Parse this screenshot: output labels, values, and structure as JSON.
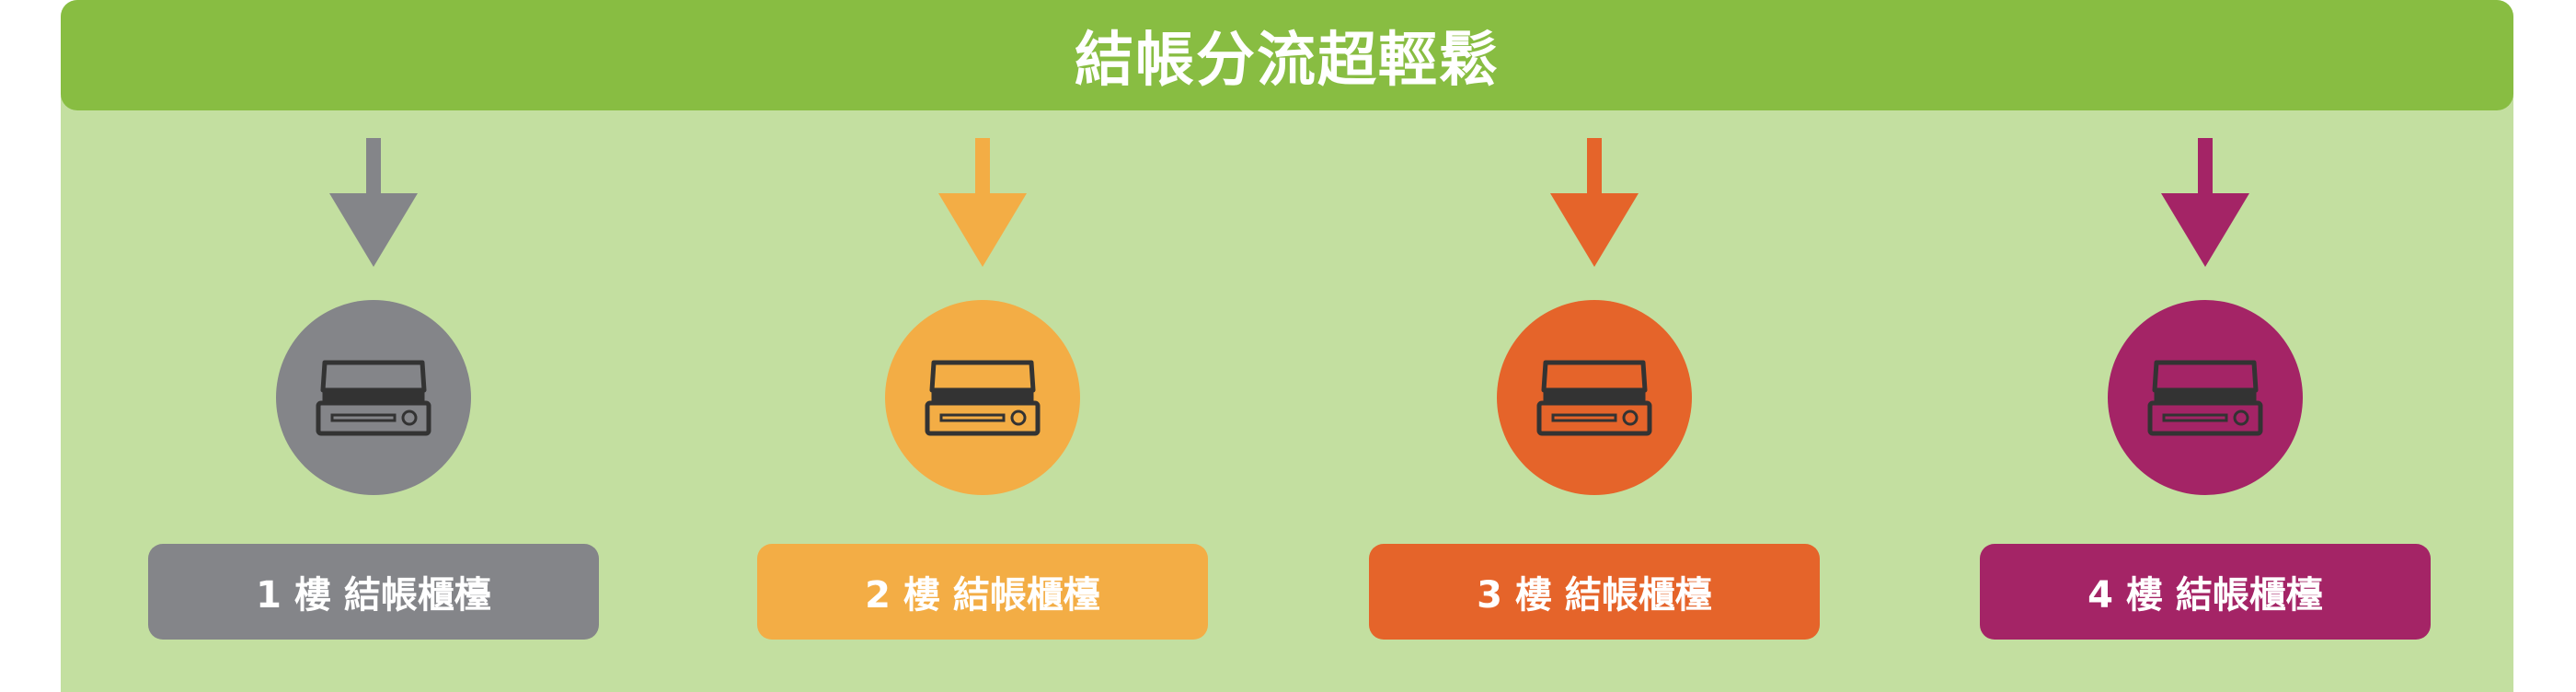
{
  "header": {
    "title": "結帳分流超輕鬆"
  },
  "counters": [
    {
      "label": "1 樓 結帳櫃檯",
      "color": "#848589",
      "icon": "cash-register-icon"
    },
    {
      "label": "2 樓 結帳櫃檯",
      "color": "#f3ad45",
      "icon": "cash-register-icon"
    },
    {
      "label": "3 樓 結帳櫃檯",
      "color": "#e5642a",
      "icon": "cash-register-icon"
    },
    {
      "label": "4 樓 結帳櫃檯",
      "color": "#a42466",
      "icon": "cash-register-icon"
    }
  ],
  "colors": {
    "header": "#88bd42",
    "panel": "#c3dfa0",
    "icon": "#333333"
  }
}
